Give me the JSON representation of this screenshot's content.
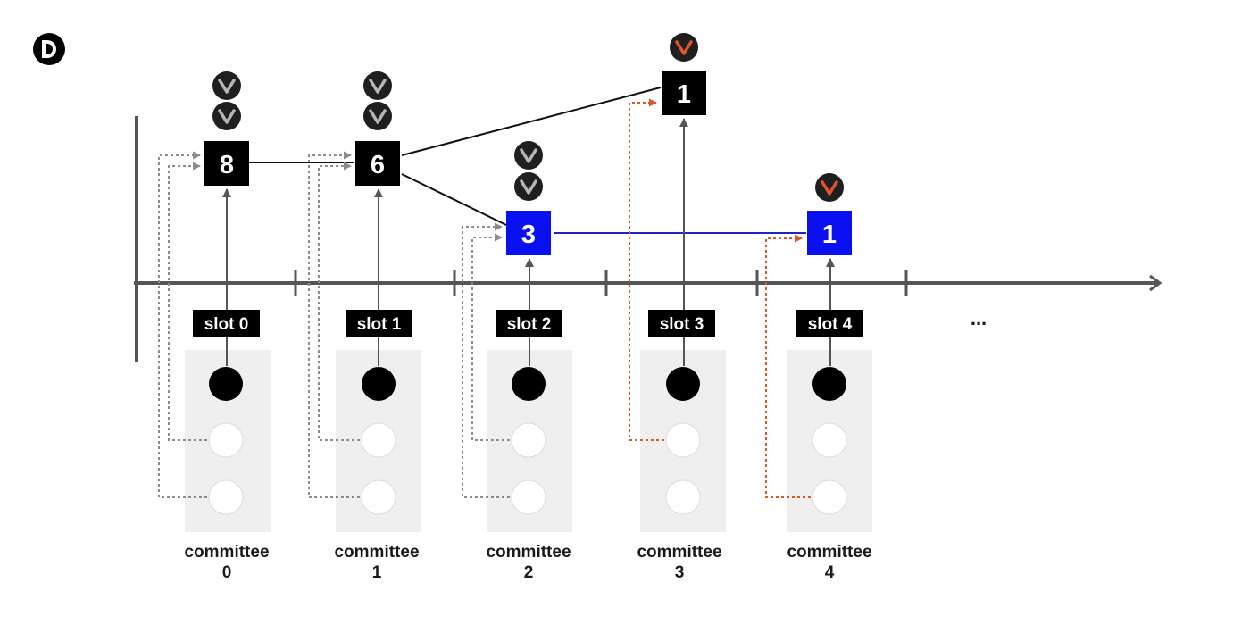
{
  "slots": [
    {
      "label": "slot 0",
      "committee_title": "committee",
      "committee_number": "0"
    },
    {
      "label": "slot 1",
      "committee_title": "committee",
      "committee_number": "1"
    },
    {
      "label": "slot 2",
      "committee_title": "committee",
      "committee_number": "2"
    },
    {
      "label": "slot 3",
      "committee_title": "committee",
      "committee_number": "3"
    },
    {
      "label": "slot 4",
      "committee_title": "committee",
      "committee_number": "4"
    }
  ],
  "ellipsis": "...",
  "blocks": [
    {
      "number": "8",
      "slot": 0,
      "chain": "canonical",
      "attestations": 2
    },
    {
      "number": "6",
      "slot": 1,
      "chain": "canonical",
      "attestations": 2
    },
    {
      "number": "3",
      "slot": 2,
      "chain": "highlighted",
      "attestations": 2
    },
    {
      "number": "1",
      "slot": 3,
      "chain": "canonical",
      "attestations": 1
    },
    {
      "number": "1",
      "slot": 4,
      "chain": "highlighted",
      "attestations": 1
    }
  ],
  "colors": {
    "block_default": "#000000",
    "block_highlight": "#0b10f0",
    "highlight_edge": "#1a24c8",
    "late_vote": "#e0542a",
    "normal_vote": "#8c8c8c",
    "committee_panel": "#efefef",
    "axis": "#555555",
    "badge_default": "#1f1f1f",
    "badge_check_default": "#b5b5b5",
    "badge_check_late": "#e0542a"
  },
  "icons": {
    "logo": "logo-icon",
    "vote": "checkmark-badge-icon"
  }
}
